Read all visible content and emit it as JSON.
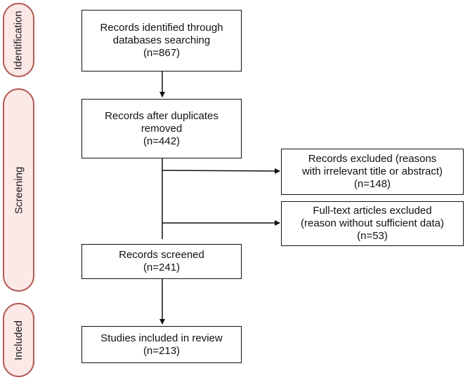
{
  "colors": {
    "stage_border": "#b35a55",
    "stage_fill": "#fbe9e7",
    "box_border": "#111111",
    "arrow": "#111111"
  },
  "stages": {
    "identification": "Identification",
    "screening": "Screening",
    "included": "Included"
  },
  "boxes": {
    "identified": {
      "line1": "Records identified through",
      "line2": "databases searching",
      "line3": "(n=867)"
    },
    "after_duplicates": {
      "line1": "Records after duplicates",
      "line2": "removed",
      "line3": "(n=442)"
    },
    "excluded_title": {
      "line1": "Records excluded (reasons",
      "line2": "with irrelevant title or abstract)",
      "line3": "(n=148)"
    },
    "excluded_fulltext": {
      "line1": "Full-text articles excluded",
      "line2": "(reason without sufficient data)",
      "line3": "(n=53)"
    },
    "screened": {
      "line1": "Records screened",
      "line2": "(n=241)"
    },
    "included": {
      "line1": "Studies included in review",
      "line2": "(n=213)"
    }
  }
}
